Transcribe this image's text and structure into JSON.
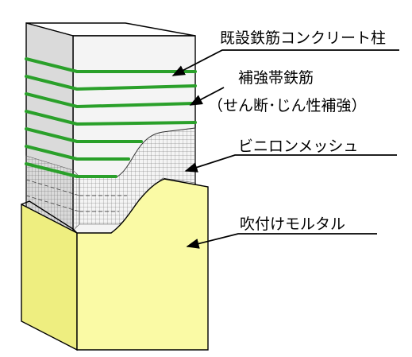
{
  "labels": {
    "existing_column": "既設鉄筋コンクリート柱",
    "reinforcing_band_line1": "補強帯鉄筋",
    "reinforcing_band_line2": "（せん断･じん性補強）",
    "vinylon_mesh": "ビニロンメッシュ",
    "sprayed_mortar": "吹付けモルタル"
  },
  "colors": {
    "column_front": "#f4f4f4",
    "column_side": "#dadada",
    "column_top": "#ffffff",
    "reinforcing_band": "#2aa02a",
    "mortar_front": "#fafaa5",
    "mortar_side": "#eeee80",
    "mesh_line": "#555555",
    "outline": "#000000"
  }
}
